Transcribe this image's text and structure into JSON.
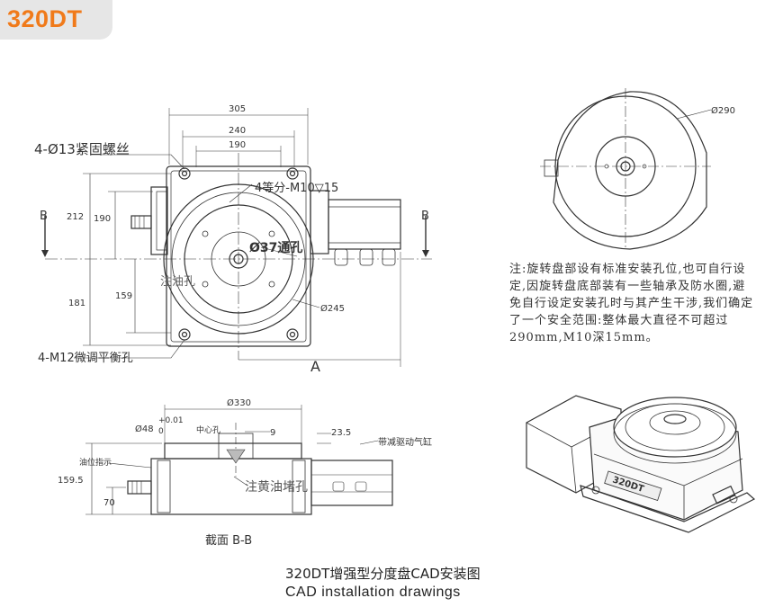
{
  "model_badge": "320DT",
  "front_view": {
    "dim_305": "305",
    "dim_240": "240",
    "dim_190_top": "190",
    "dim_212": "212",
    "dim_190_left": "190",
    "dim_181": "181",
    "dim_159": "159",
    "dim_245": "Ø245",
    "dim_A": "A",
    "label_B_left": "B",
    "label_B_right": "B",
    "bolt_holes": "4-Ø13紧固螺丝",
    "tap_holes": "4等分-M10▽15",
    "through_hole": "Ø37通孔",
    "oil_hole": "注油孔",
    "level_holes": "4-M12微调平衡孔"
  },
  "top_view": {
    "dim_290": "Ø290"
  },
  "note_text": "注:旋转盘部设有标准安装孔位,也可自行设定,因旋转盘底部装有一些轴承及防水圈,避免自行设定安装孔时与其产生干涉,我们确定了一个安全范围:整体最大直径不可超过290mm,M10深15mm。",
  "section_view": {
    "dim_330": "Ø330",
    "dim_48": "Ø48",
    "tol_plus": "+0.01",
    "tol_zero": "0",
    "center_hole": "中心孔",
    "dim_9": "9",
    "dim_23_5": "23.5",
    "motor_label": "带减驱动气缸",
    "drain_hole": "油位指示",
    "fill_hole": "注黄油堵孔",
    "dim_159_5": "159.5",
    "dim_70": "70",
    "section_label": "截面  B-B"
  },
  "iso_view": {
    "nameplate": "320DT"
  },
  "caption": {
    "zh": "320DT增强型分度盘CAD安装图",
    "en": "CAD installation drawings"
  },
  "colors": {
    "badge_text": "#f07a1a",
    "badge_bg": "#e6e6e6",
    "line": "#333333"
  }
}
